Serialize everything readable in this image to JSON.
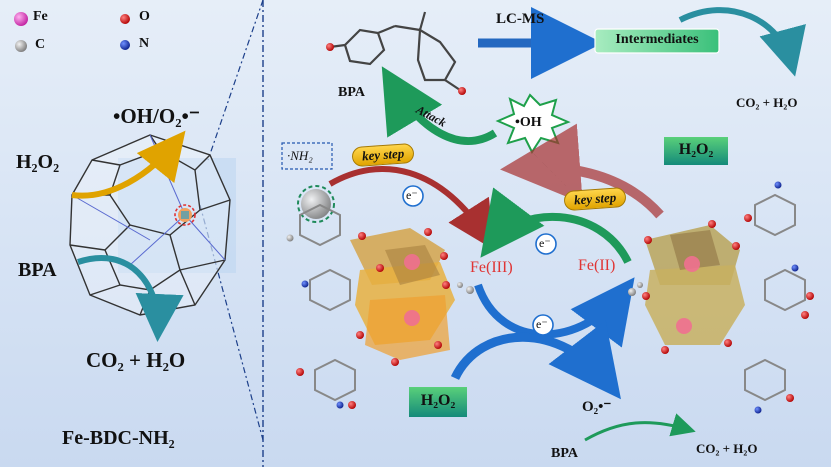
{
  "legend": {
    "fe": "Fe",
    "c": "C",
    "o": "O",
    "n": "N"
  },
  "left_panel": {
    "radicals": "•OH/O₂•⁻",
    "h2o2": "H₂O₂",
    "bpa": "BPA",
    "products": "CO₂ + H₂O",
    "catalyst": "Fe-BDC-NH₂"
  },
  "top": {
    "lcms": "LC-MS",
    "intermediates": "Intermediates",
    "products": "CO₂ + H₂O",
    "bpa": "BPA",
    "attack": "Attack",
    "oh_radical": "•OH",
    "h2o2_box": "H₂O₂"
  },
  "cycle": {
    "nh2": "·NH₂",
    "key_step_1": "key step",
    "key_step_2": "key step",
    "fe3": "Fe(III)",
    "fe2": "Fe(II)",
    "electron": "e⁻",
    "h2o2_box": "H₂O₂",
    "superoxide": "O₂•⁻",
    "bpa": "BPA",
    "products": "CO₂ + H₂O"
  },
  "colors": {
    "fe": "#e040c0",
    "c": "#9a9a9a",
    "o": "#e02020",
    "n": "#1030b0",
    "green_arrow": "#1e9a5a",
    "red_arrow": "#b03030",
    "blue_arrow": "#1f6fcf"
  }
}
